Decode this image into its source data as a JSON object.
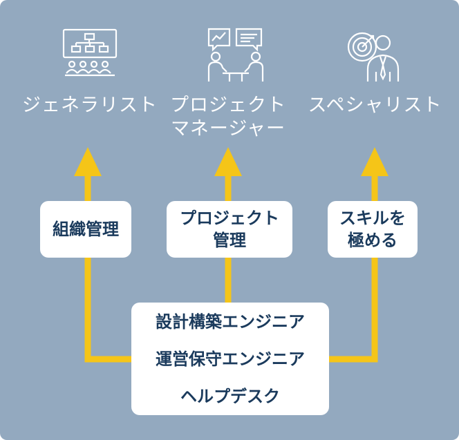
{
  "colors": {
    "background": "#93a9bf",
    "arrow": "#f5c518",
    "label_text": "#1a3a5c",
    "role_text": "#ffffff",
    "box": "#ffffff"
  },
  "roles": [
    {
      "icon": "org-chart-presentation-icon",
      "line1": "ジェネラリスト",
      "line2": ""
    },
    {
      "icon": "meeting-chat-icon",
      "line1": "プロジェクト",
      "line2": "マネージャー"
    },
    {
      "icon": "target-specialist-icon",
      "line1": "スペシャリスト",
      "line2": ""
    }
  ],
  "paths": [
    {
      "line1": "組織管理",
      "line2": ""
    },
    {
      "line1": "プロジェクト",
      "line2": "管理"
    },
    {
      "line1": "スキルを",
      "line2": "極める"
    }
  ],
  "positions": [
    "設計構築エンジニア",
    "運営保守エンジニア",
    "ヘルプデスク"
  ]
}
